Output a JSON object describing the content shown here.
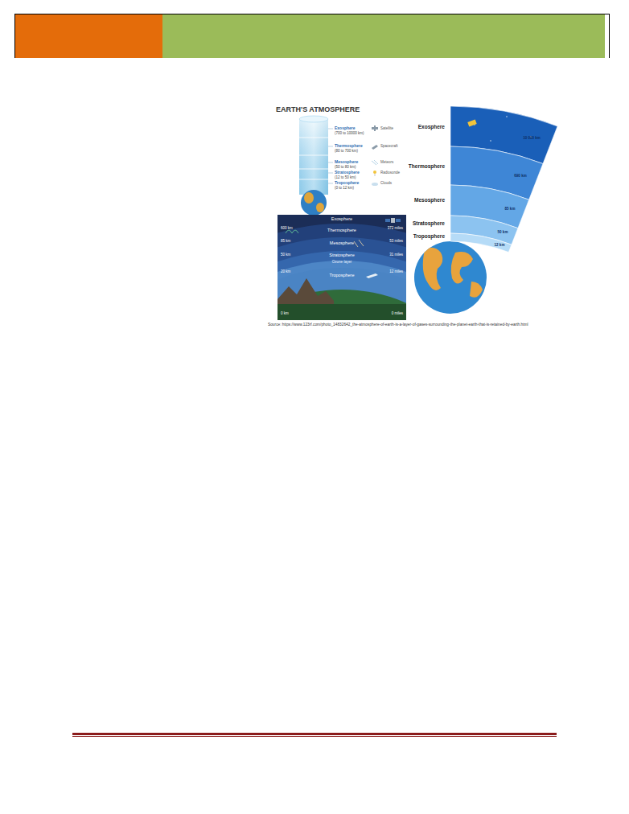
{
  "diagram": {
    "title": "EARTH'S ATMOSPHERE",
    "labels": [
      "Exosphere",
      "(700 to 10000 km)",
      "Thermosphere",
      "(80 to 700 km)",
      "Mesosphere",
      "(50 to 80 km)",
      "Stratosphere",
      "(12 to 50 km)",
      "Troposphere",
      "(0 to 12 km)",
      "Satellite",
      "Spacecraft",
      "Meteors",
      "Radiosonde",
      "Clouds",
      "Exosphere",
      "Thermosphere",
      "Mesosphere",
      "Stratosphere",
      "Ozone layer",
      "Troposphere",
      "600 km",
      "85 km",
      "50 km",
      "20 km",
      "0 km",
      "372 miles",
      "53 miles",
      "31 miles",
      "12 miles",
      "0 miles",
      "Exosphere",
      "Thermosphere",
      "Mesosphere",
      "Stratosphere",
      "Troposphere",
      "10 000 km",
      "690 km",
      "85 km",
      "50 km",
      "12 km",
      "Source: https://www.123rf.com/photo_14832642_the-atmosphere-of-earth-is-a-layer-of-gases-surrounding-the-planet-earth-that-is-retained-by-earth.html"
    ]
  }
}
